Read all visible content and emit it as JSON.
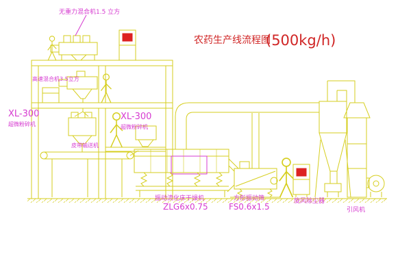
{
  "title": {
    "text": "农药生产线流程图",
    "capacity": "(500kg/h)"
  },
  "labels": {
    "gravity_mixer": "无重力混合机1.5 立方",
    "high_speed_mixer": "高速混合机3.5立方",
    "mill_left_model": "XL-300",
    "mill_left_name": "超微粉碎机",
    "mill_mid_model": "XL-300",
    "mill_mid_name": "超微粉碎机",
    "belt_conveyor": "皮带输送机",
    "dryer_name": "振动流化床干燥机",
    "dryer_model": "ZLG6x0.75",
    "sieve_name": "方形振动筛",
    "sieve_model": "FS0.6x1.5",
    "cyclone_name": "旋风除尘器",
    "fan_name": "引风机"
  },
  "colors": {
    "cad_line": "#d6ce1e",
    "label_magenta": "#d63bd0",
    "title_red": "#d02525",
    "cabinet_red": "#dd2222",
    "background": "#ffffff"
  }
}
